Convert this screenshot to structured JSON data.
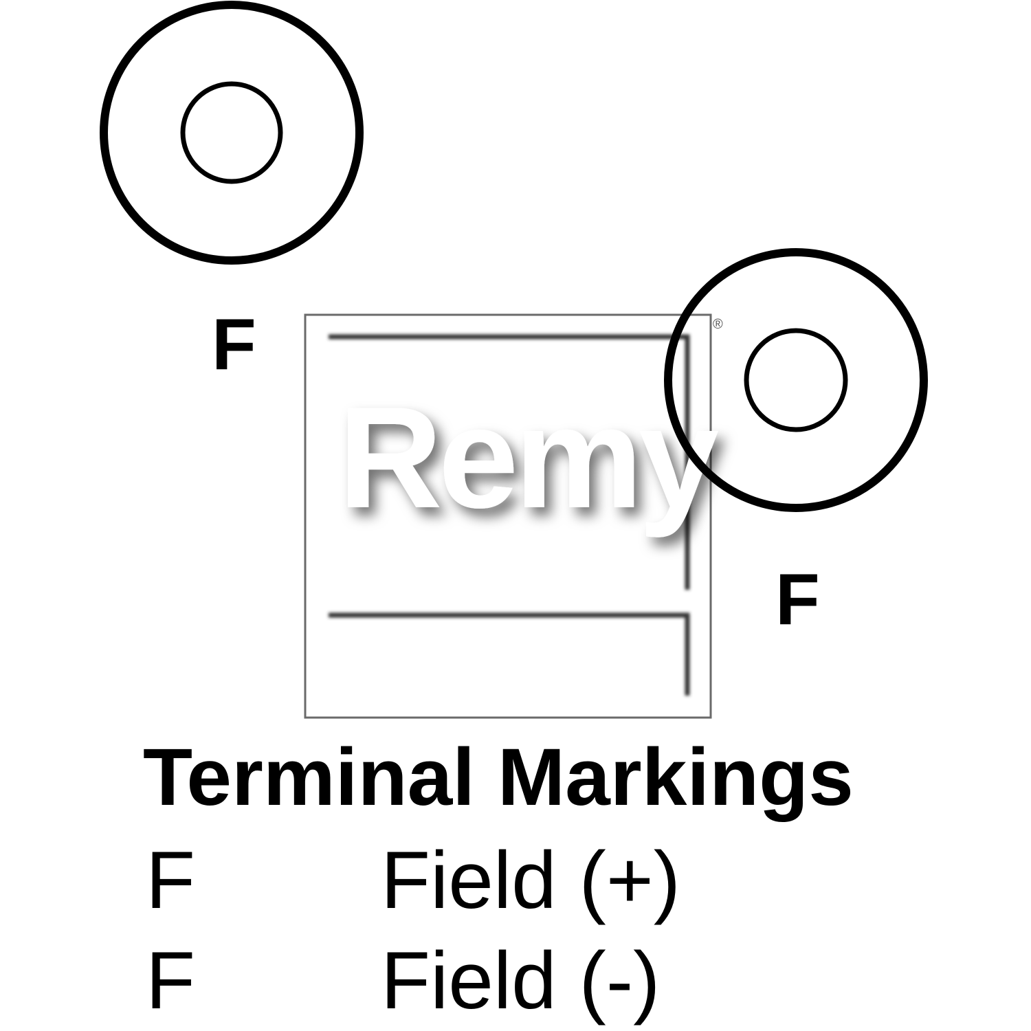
{
  "terminals": [
    {
      "id": "field-positive-terminal",
      "label": "F"
    },
    {
      "id": "field-negative-terminal",
      "label": "F"
    }
  ],
  "watermark": {
    "brand": "Remy",
    "registered_mark": "®"
  },
  "legend": {
    "title": "Terminal Markings",
    "rows": [
      {
        "code": "F",
        "description": "Field (+)"
      },
      {
        "code": "F",
        "description": "Field (-)"
      }
    ]
  }
}
